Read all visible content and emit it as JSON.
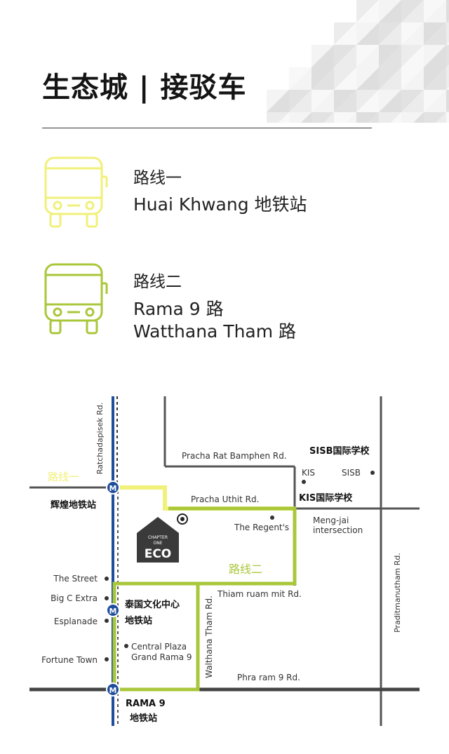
{
  "header": {
    "title": "生态城 | 接驳车"
  },
  "routes": [
    {
      "name": "路线一",
      "stops": [
        "Huai Khwang 地铁站"
      ],
      "color": "#f0f07a"
    },
    {
      "name": "路线二",
      "stops": [
        "Rama 9 路",
        "Watthana Tham 路"
      ],
      "color": "#a9c73a"
    }
  ],
  "map": {
    "roads": {
      "ratchadapisek": "Ratchadapisek Rd.",
      "pracha_rat": "Pracha Rat Bamphen Rd.",
      "pracha_uthit": "Pracha Uthit Rd.",
      "thiam_ruam_mit": "Thiam ruam mit Rd.",
      "watthana_tham": "Walthana Tham Rd.",
      "phra_ram_9": "Phra ram 9 Rd.",
      "praditmanutham": "Praditmanutham Rd."
    },
    "route_labels": {
      "route1": "路线一",
      "route2": "路线二"
    },
    "stations": {
      "huai_khwang": "辉煌地铁站",
      "cultural_center_1": "泰国文化中心",
      "cultural_center_2": "地铁站",
      "rama9_1": "RAMA 9",
      "rama9_2": "地铁站",
      "metro_symbol": "M"
    },
    "places": {
      "sisb_school": "SISB国际学校",
      "kis": "KIS",
      "sisb": "SISB",
      "kis_school": "KIS国际学校",
      "regents": "The Regent's",
      "mengjai_1": "Meng-jai",
      "mengjai_2": "intersection",
      "the_street": "The Street",
      "big_c": "Big C Extra",
      "esplanade": "Esplanade",
      "fortune_town": "Fortune Town",
      "central_1": "Central Plaza",
      "central_2": "Grand Rama 9"
    },
    "logo": {
      "top": "CHAPTER",
      "mid": "ONE",
      "main": "ECO"
    },
    "colors": {
      "metro_line": "#1f4e9c",
      "road": "#555555",
      "route1": "#f0f07a",
      "route2": "#a9c73a"
    }
  }
}
